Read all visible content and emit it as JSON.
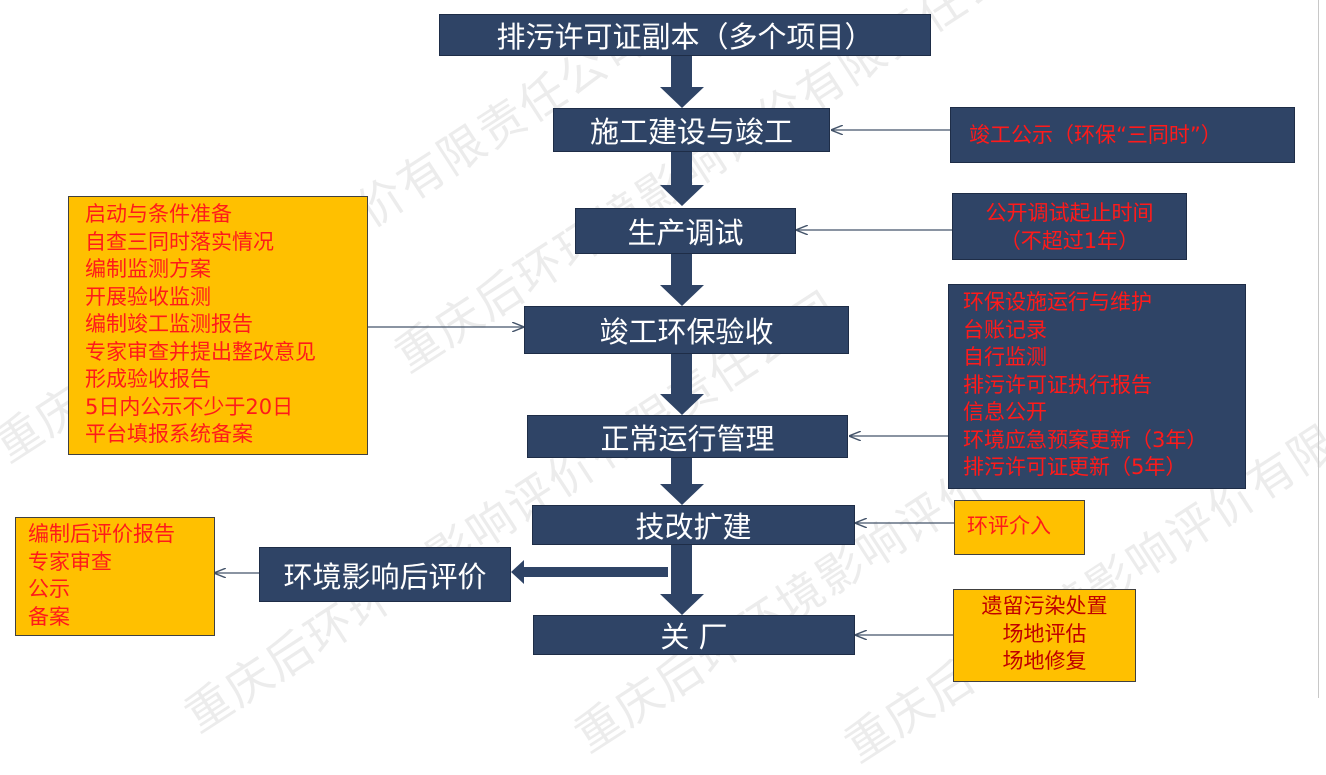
{
  "watermark": "重庆后环环境影响评价有限责任公司",
  "steps": {
    "permit": "排污许可证副本（多个项目）",
    "construction": "施工建设与竣工",
    "trial": "生产调试",
    "acceptance": "竣工环保验收",
    "operation": "正常运行管理",
    "expansion": "技改扩建",
    "post_eval": "环境影响后评价",
    "closure": "关  厂"
  },
  "notes": {
    "construction": [
      "竣工公示（环保“三同时”）"
    ],
    "trial": [
      "公开调试起止时间",
      "（不超过1年）"
    ],
    "acceptance": [
      "启动与条件准备",
      "自查三同时落实情况",
      "编制监测方案",
      "开展验收监测",
      "编制竣工监测报告",
      "专家审查并提出整改意见",
      "形成验收报告",
      "5日内公示不少于20日",
      "平台填报系统备案"
    ],
    "operation": [
      "环保设施运行与维护",
      "台账记录",
      "自行监测",
      "排污许可证执行报告",
      "信息公开",
      "环境应急预案更新（3年）",
      "排污许可证更新（5年）"
    ],
    "expansion": [
      "环评介入"
    ],
    "post_eval": [
      "编制后评价报告",
      "专家审查",
      "公示",
      "备案"
    ],
    "closure": [
      "遗留污染处置",
      "场地评估",
      "场地修复"
    ]
  },
  "colors": {
    "box_fill": "#2f4466",
    "note_gold": "#ffc000",
    "note_text": "#ff1a1a",
    "arrow": "#2f4466"
  }
}
